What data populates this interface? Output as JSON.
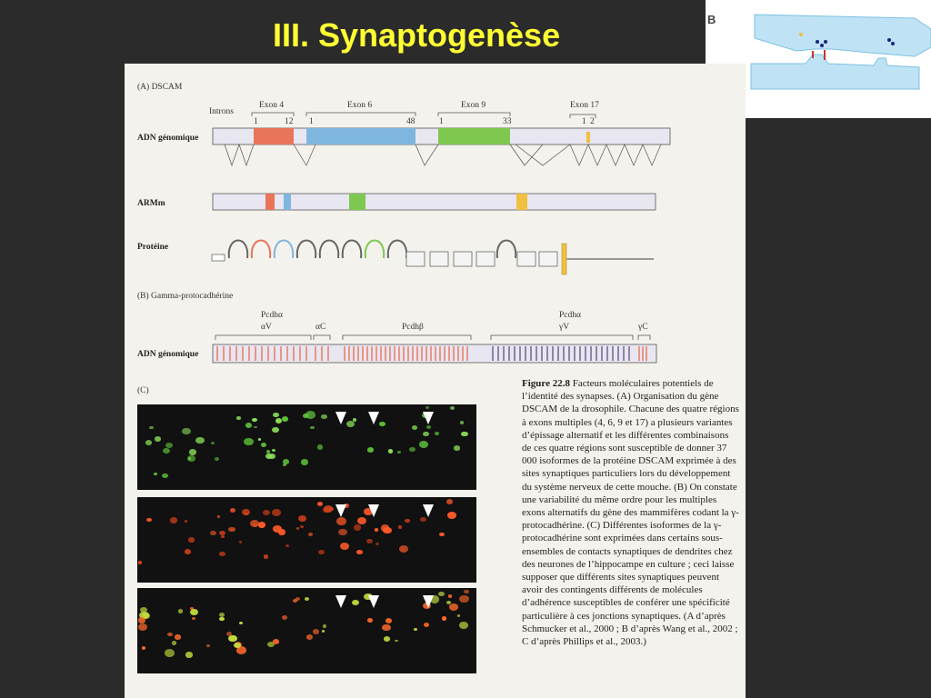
{
  "slide": {
    "title": "III. Synaptogenèse"
  },
  "inset": {
    "label": "B"
  },
  "figure": {
    "panel_a": {
      "title": "(A) DSCAM",
      "introns": "Introns",
      "exons": [
        {
          "name": "Exon 4",
          "start": "1",
          "end": "12"
        },
        {
          "name": "Exon 6",
          "start": "1",
          "end": "48"
        },
        {
          "name": "Exon 9",
          "start": "1",
          "end": "33"
        },
        {
          "name": "Exon 17",
          "start": "1",
          "end": "2"
        }
      ],
      "row_labels": [
        "ADN génomique",
        "ARMm",
        "Protéine"
      ]
    },
    "panel_b": {
      "title": "(B) Gamma-protocadhérine",
      "groups": [
        {
          "top": "Pcdhα",
          "bottom": "αV"
        },
        {
          "top": "",
          "bottom": "αC"
        },
        {
          "top": "",
          "bottom": "Pcdhβ"
        },
        {
          "top": "Pcdhα",
          "bottom": "γV"
        },
        {
          "top": "",
          "bottom": "γC"
        }
      ],
      "row_label": "ADN génomique"
    },
    "panel_c": {
      "title": "(C)"
    },
    "caption": {
      "heading": "Figure 22.8",
      "text": "Facteurs moléculaires potentiels de l’identité des synapses. (A) Organisation du gène DSCAM de la drosophile. Chacune des quatre régions à exons multiples (4, 6, 9 et 17) a plusieurs variantes d’épissage alternatif et les différentes combinaisons de ces quatre régions sont susceptible de donner 37 000 isoformes de la protéine DSCAM exprimée à des sites synaptiques particuliers lors du développement du système nerveux de cette mouche. (B) On constate une variabilité du même ordre pour les multiples exons alternatifs du gène des mammifères codant la γ-protocadhérine. (C) Différentes isoformes de la γ-protocadhérine sont exprimées dans certains sous-ensembles de contacts synaptiques de dendrites chez des neurones de l’hippocampe en culture ; ceci laisse supposer que différents sites synaptiques peuvent avoir des contingents différents de molécules d’adhérence susceptibles de conférer une spécificité particulière à ces jonctions synaptiques. (A d’après Schmucker et al., 2000 ; B d’après Wang et al., 2002 ; C d’après Phillips et al., 2003.)"
    }
  },
  "colors": {
    "title": "#ffff33",
    "background": "#2b2b2b",
    "exon4": "#e8745a",
    "exon6": "#7fb6e0",
    "exon9": "#7ec850",
    "exon17": "#f0c040"
  }
}
